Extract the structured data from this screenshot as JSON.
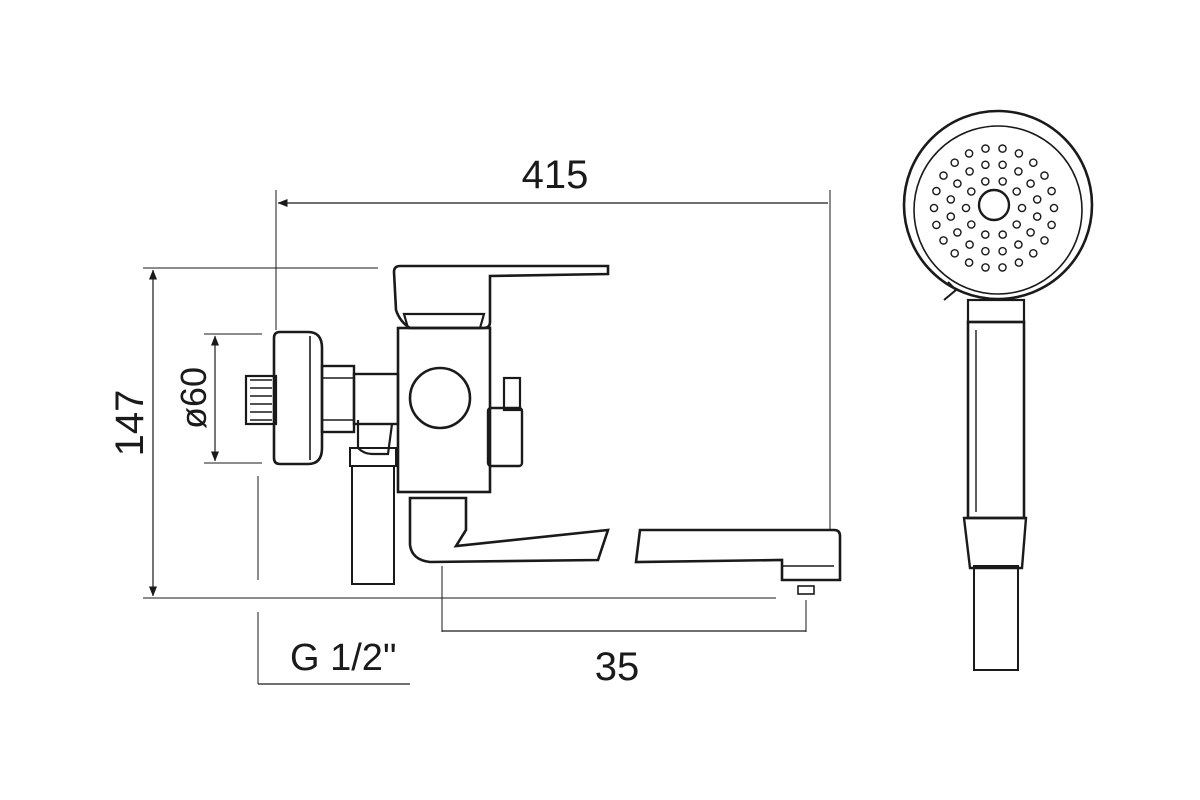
{
  "drawing": {
    "dimensions": {
      "overall_length": "415",
      "height": "147",
      "flange_diameter": "ø60",
      "thread": "G 1/2\"",
      "spout_offset": "35"
    }
  }
}
